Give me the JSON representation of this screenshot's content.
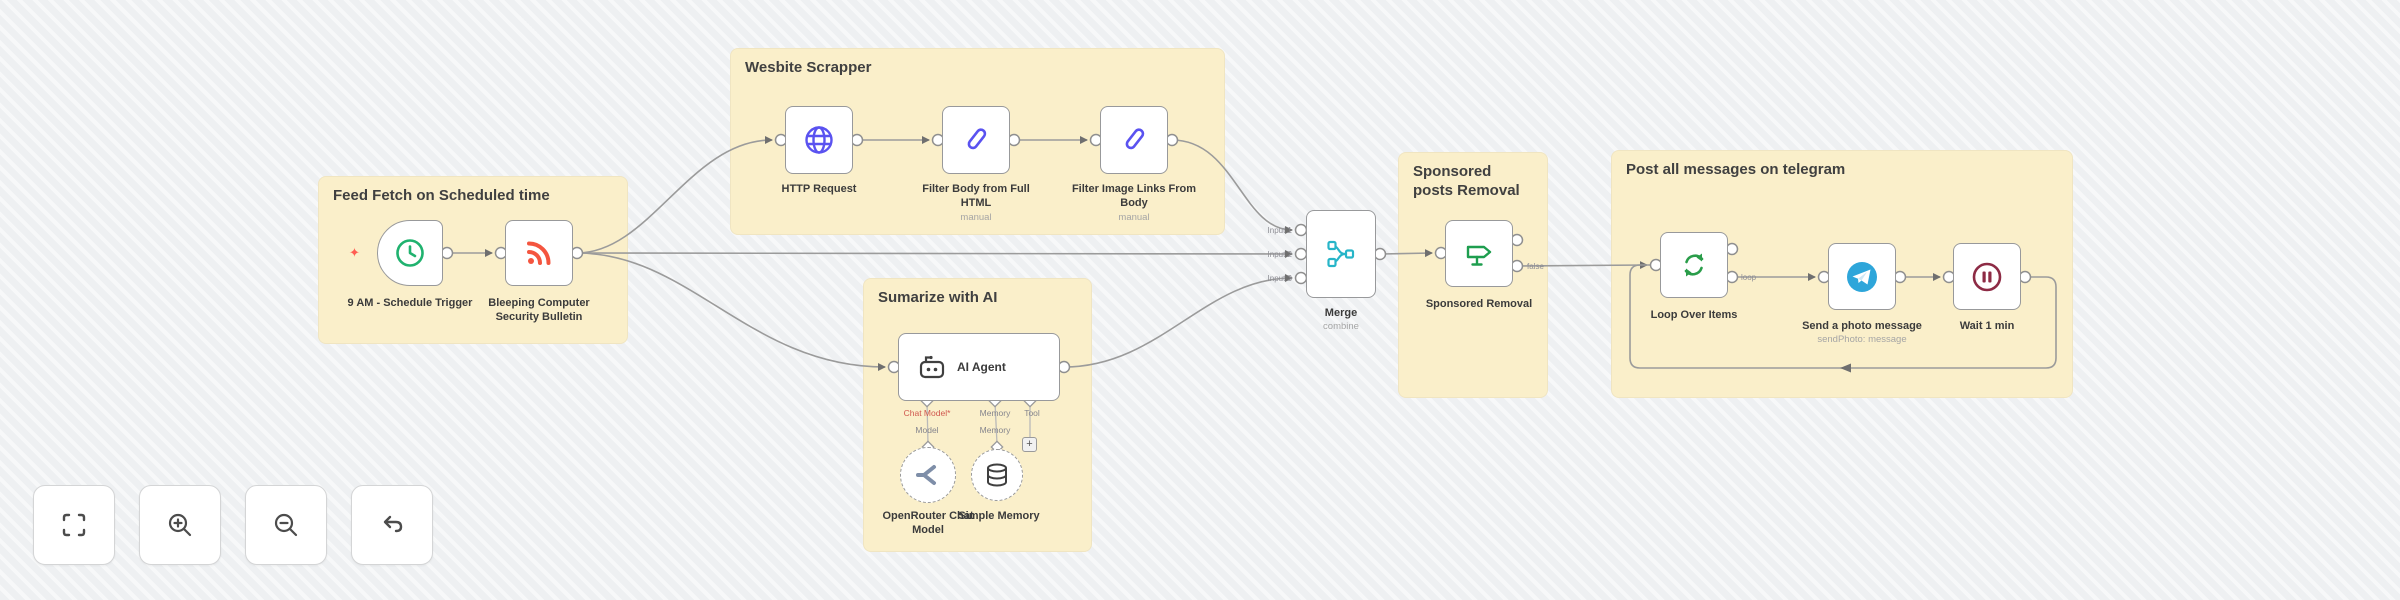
{
  "app": "workflow-canvas",
  "colors": {
    "canvas_bg": "#eef0f2",
    "sticky_bg": "#faefca",
    "node_border": "#98999b",
    "wire": "#9b9b9b",
    "schedule_green": "#20b26f",
    "rss_red": "#f4553f",
    "http_indigo": "#5a52f0",
    "edit_indigo": "#5a52f0",
    "merge_teal": "#27b5c8",
    "if_green": "#1e9e4f",
    "loop_green": "#2a9d4a",
    "telegram_blue": "#2ea6da",
    "wait_maroon": "#8d2b45",
    "sparkle_red": "#ff5d52"
  },
  "groups": [
    {
      "title": "Feed Fetch on Scheduled time"
    },
    {
      "title": "Wesbite Scrapper"
    },
    {
      "title": "Sumarize with AI"
    },
    {
      "title": "Sponsored posts Removal"
    },
    {
      "title": "Post all messages on telegram"
    }
  ],
  "nodes": [
    {
      "name": "9 AM - Schedule Trigger",
      "icon": "clock-icon"
    },
    {
      "name": "Bleeping Computer Security Bulletin",
      "icon": "rss-icon"
    },
    {
      "name": "HTTP Request",
      "icon": "globe-icon"
    },
    {
      "name": "Filter Body from Full HTML",
      "subtitle": "manual",
      "icon": "pen-icon"
    },
    {
      "name": "Filter Image Links From Body",
      "subtitle": "manual",
      "icon": "pen-icon"
    },
    {
      "name": "AI Agent",
      "icon": "robot-icon"
    },
    {
      "name": "OpenRouter Chat Model",
      "icon": "openrouter-icon"
    },
    {
      "name": "Simple Memory",
      "icon": "database-icon"
    },
    {
      "name": "Merge",
      "subtitle": "combine",
      "icon": "merge-icon"
    },
    {
      "name": "Sponsored Removal",
      "icon": "signpost-icon"
    },
    {
      "name": "Loop Over Items",
      "icon": "loop-icon"
    },
    {
      "name": "Send a photo message",
      "subtitle": "sendPhoto: message",
      "icon": "telegram-icon"
    },
    {
      "name": "Wait 1 min",
      "icon": "pause-icon"
    }
  ],
  "ports": {
    "merge_inputs": [
      "Input 1",
      "Input 2",
      "Input 3"
    ],
    "if_false": "false",
    "loop_out": "loop",
    "agent": [
      "Chat Model*",
      "Memory",
      "Tool"
    ],
    "agent_sub": [
      "Model",
      "Memory"
    ],
    "tool_add": "+"
  },
  "toolbar": {
    "zoom_to_fit": "Zoom to fit",
    "zoom_in": "Zoom in",
    "zoom_out": "Zoom out",
    "reset": "Reset"
  }
}
